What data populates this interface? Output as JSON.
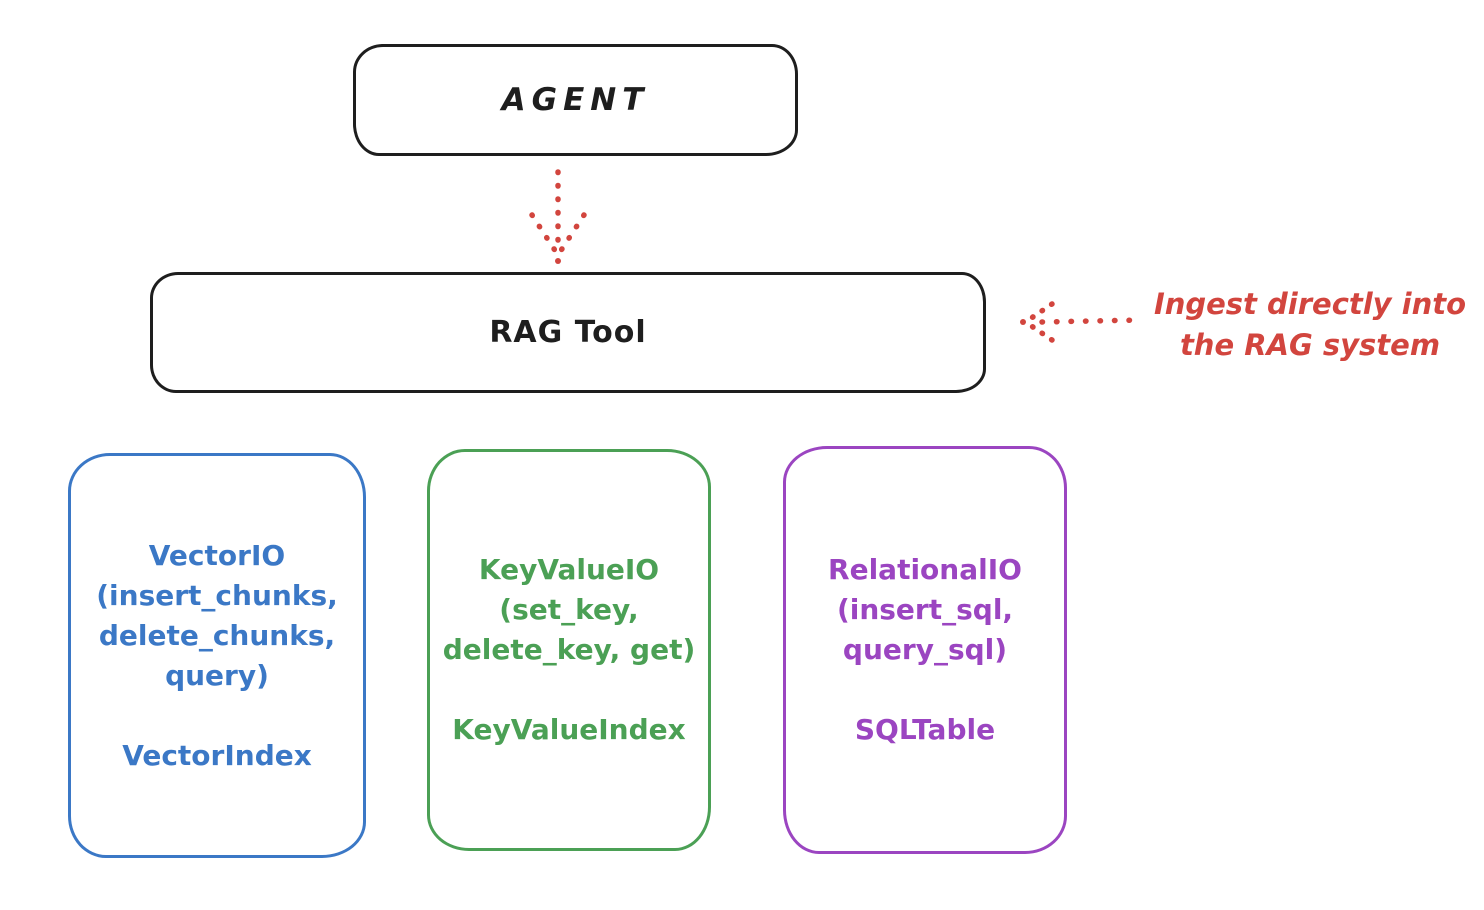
{
  "nodes": {
    "agent": {
      "label": "AGENT"
    },
    "rag_tool": {
      "label": "RAG Tool"
    }
  },
  "annotation": {
    "line1": "Ingest directly into",
    "line2": "the RAG system"
  },
  "backends": [
    {
      "id": "vector-io",
      "accent": "#3b78c6",
      "lines": [
        "VectorIO",
        "(insert_chunks,",
        "delete_chunks,",
        "query)"
      ],
      "index_label": "VectorIndex"
    },
    {
      "id": "keyvalue-io",
      "accent": "#4ba055",
      "lines": [
        "KeyValueIO",
        "(set_key,",
        "delete_key, get)"
      ],
      "index_label": "KeyValueIndex"
    },
    {
      "id": "relational-io",
      "accent": "#9b45c1",
      "lines": [
        "RelationalIO",
        "(insert_sql,",
        "query_sql)"
      ],
      "index_label": "SQLTable"
    }
  ],
  "colors": {
    "ink": "#1e1e1e",
    "annotation_red": "#d2453e",
    "background": "#ffffff"
  }
}
